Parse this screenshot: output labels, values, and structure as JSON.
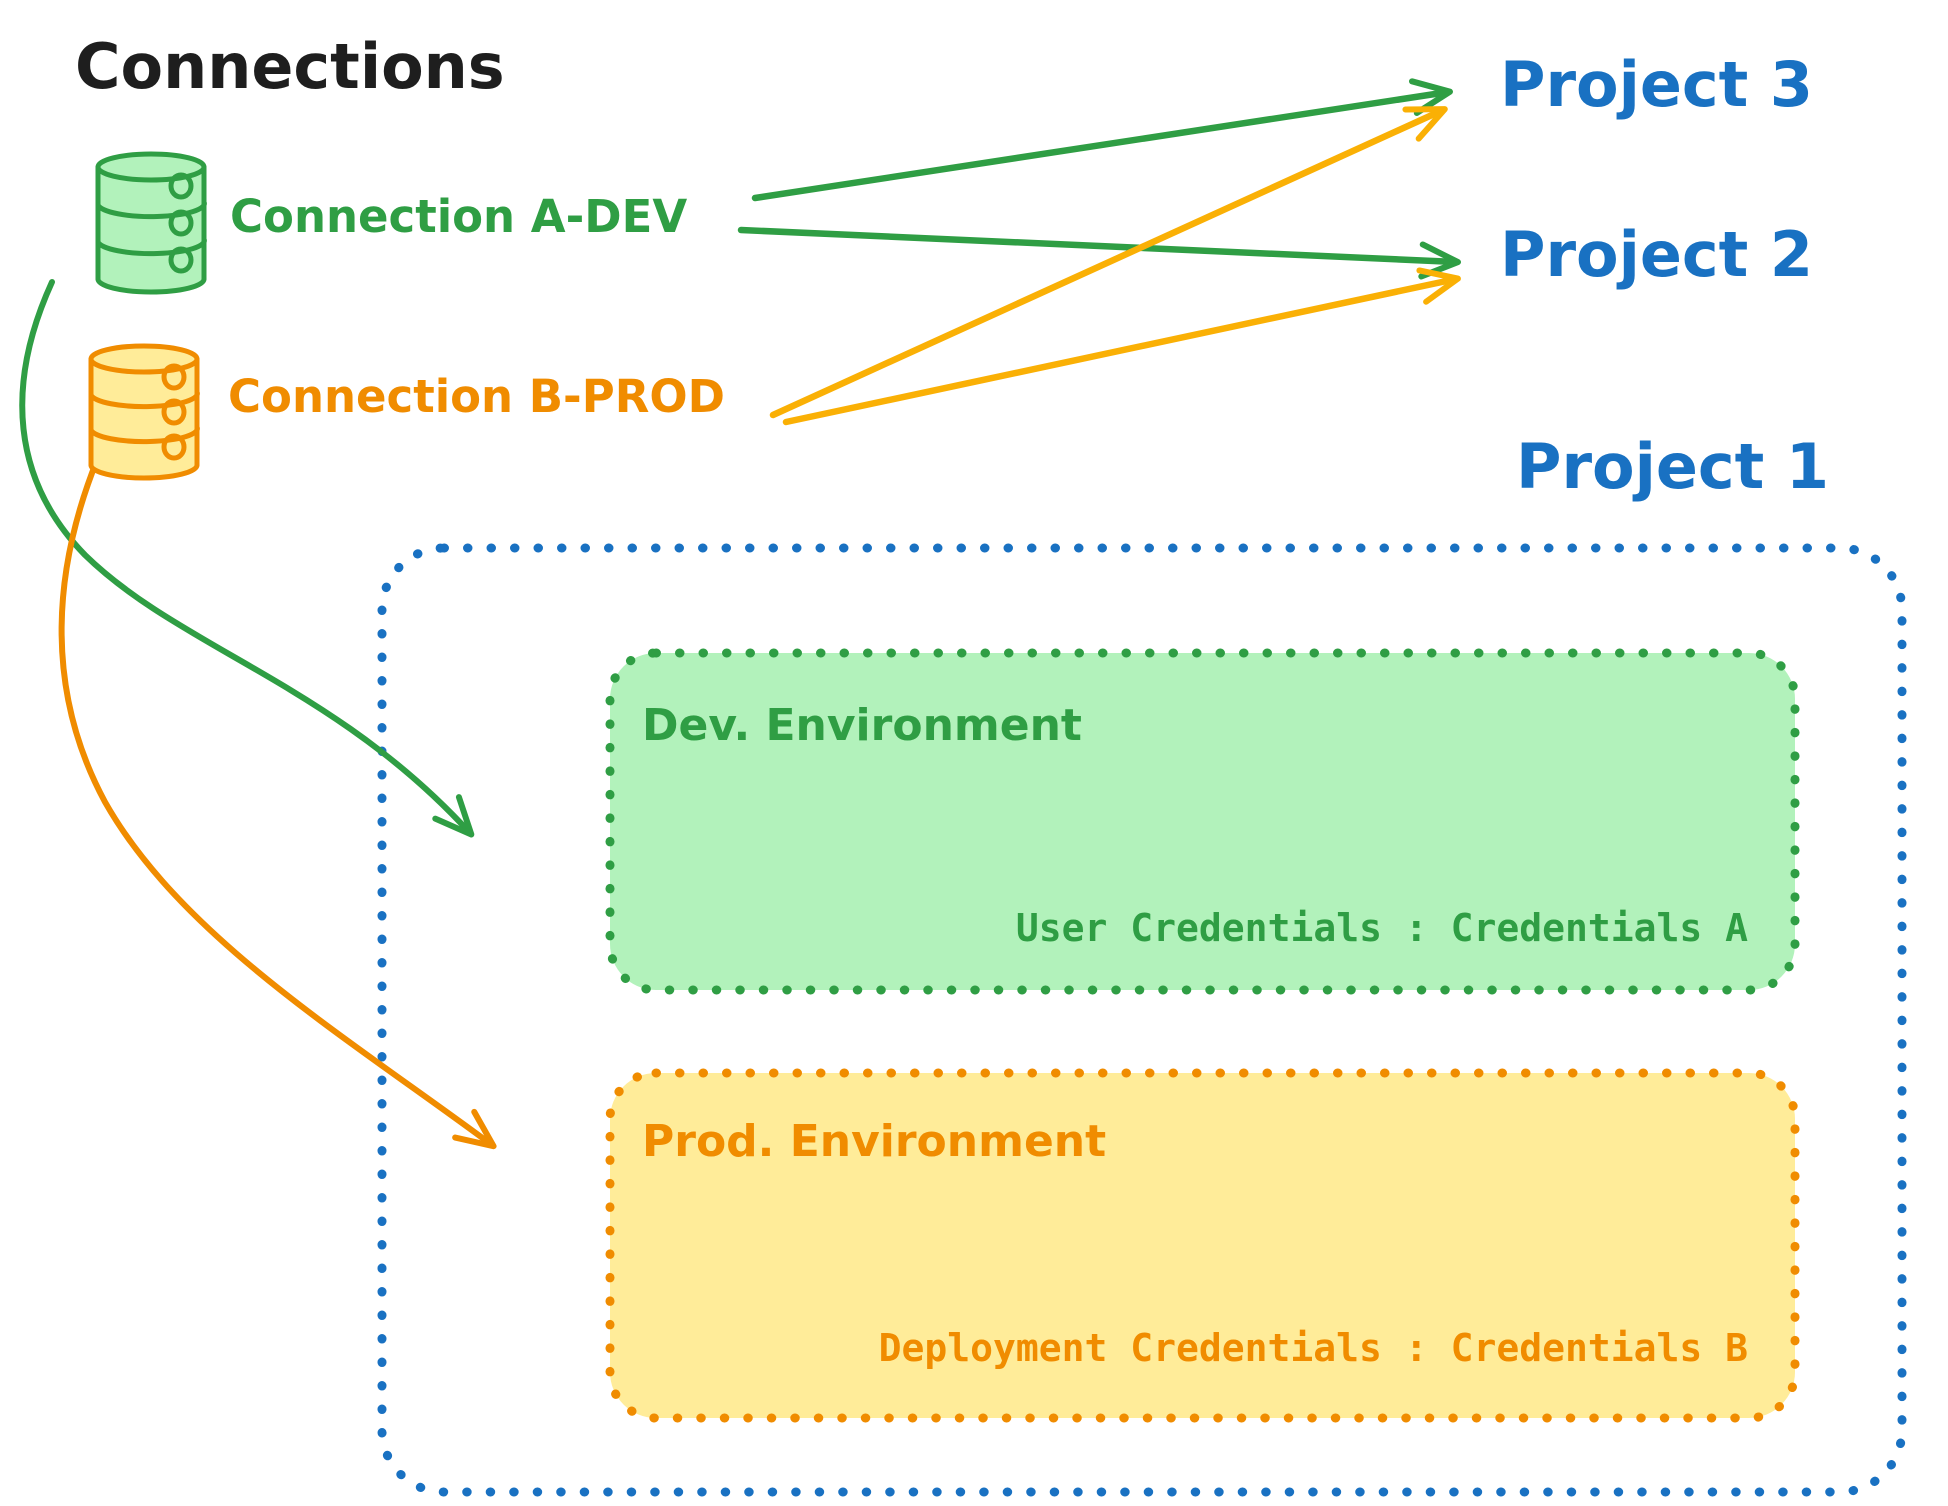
{
  "title": "Connections",
  "connections": [
    {
      "id": "a-dev",
      "label": "Connection A-DEV",
      "icon": "database-icon",
      "color_key": "green"
    },
    {
      "id": "b-prod",
      "label": "Connection B-PROD",
      "icon": "database-icon",
      "color_key": "orange"
    }
  ],
  "projects": [
    {
      "label": "Project 3"
    },
    {
      "label": "Project 2"
    },
    {
      "label": "Project 1"
    }
  ],
  "project1_detail": {
    "environments": [
      {
        "label": "Dev. Environment",
        "credentials_line": "User Credentials : Credentials A",
        "color_key": "green"
      },
      {
        "label": "Prod. Environment",
        "credentials_line": "Deployment Credentials : Credentials B",
        "color_key": "orange"
      }
    ]
  },
  "edges": [
    {
      "from": "Connection A-DEV",
      "to": "Project 3",
      "style": "straight",
      "color_key": "green"
    },
    {
      "from": "Connection A-DEV",
      "to": "Project 2",
      "style": "straight",
      "color_key": "green"
    },
    {
      "from": "Connection B-PROD",
      "to": "Project 3",
      "style": "straight",
      "color_key": "gold"
    },
    {
      "from": "Connection B-PROD",
      "to": "Project 2",
      "style": "straight",
      "color_key": "gold"
    },
    {
      "from": "Connection A-DEV",
      "to": "Dev. Environment",
      "style": "curved",
      "color_key": "green"
    },
    {
      "from": "Connection B-PROD",
      "to": "Prod. Environment",
      "style": "curved",
      "color_key": "orange"
    }
  ],
  "colors": {
    "black": "#1e1e1e",
    "green": "#2f9e44",
    "green_fill": "#b2f2bb",
    "orange": "#f08c00",
    "gold": "#fab005",
    "yellow_fill": "#ffec99",
    "blue": "#1971c2",
    "background": "#ffffff"
  }
}
